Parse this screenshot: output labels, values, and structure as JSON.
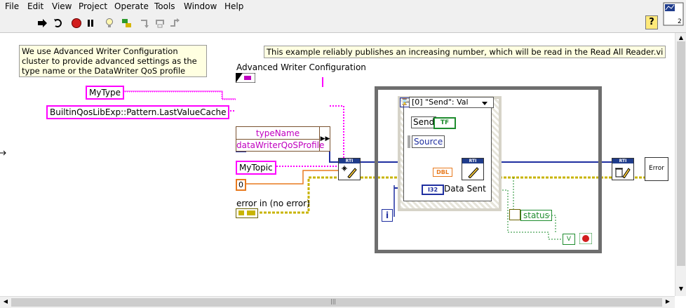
{
  "menu": [
    "File",
    "Edit",
    "View",
    "Project",
    "Operate",
    "Tools",
    "Window",
    "Help"
  ],
  "toolbar": {
    "icons": [
      "run-arrow-icon",
      "run-continuously-icon",
      "abort-icon",
      "pause-icon",
      "highlight-execution-icon",
      "retain-wire-values-icon",
      "step-into-icon",
      "step-over-icon",
      "step-out-icon"
    ],
    "help_label": "?"
  },
  "comments": {
    "left": "We use Advanced Writer Configuration cluster to provide advanced settings as the type name or the DataWriter QoS profile",
    "top": "This example reliably publishes an increasing number, which will be read in the Read All Reader.vi"
  },
  "constants": {
    "type_name": "MyType",
    "qos_profile": "BuiltinQosLibExp::Pattern.LastValueCache",
    "topic": "MyTopic",
    "domain_id": "0",
    "zero_orange": "0"
  },
  "labels": {
    "adv_writer_config": "Advanced Writer Configuration",
    "error_in": "error in (no error)",
    "data_sent": "Data Sent",
    "status": "status",
    "source": "Source",
    "send": "Send",
    "event_case": "[0] \"Send\": Val",
    "loop_iter": "i",
    "i32": "I32",
    "dbl": "DBL",
    "tf": "TF",
    "rti": "RTI",
    "error_icon": "Error",
    "v_label": "V",
    "event_icon_glyph": "⌛",
    "cluster_icon": "▶▶"
  },
  "cluster": {
    "fields": [
      "typeName",
      "dataWriterQoSProfile"
    ]
  },
  "scrollbar": {
    "h_grip": "|||"
  },
  "colors": {
    "pink_wire": "#ff00ff",
    "blue_wire": "#1f2fa0",
    "orange_wire": "#e87a1e",
    "error_wire": "#d4c23c",
    "green_wire": "#1e8c2e",
    "loop_border": "#6e6e6e"
  }
}
